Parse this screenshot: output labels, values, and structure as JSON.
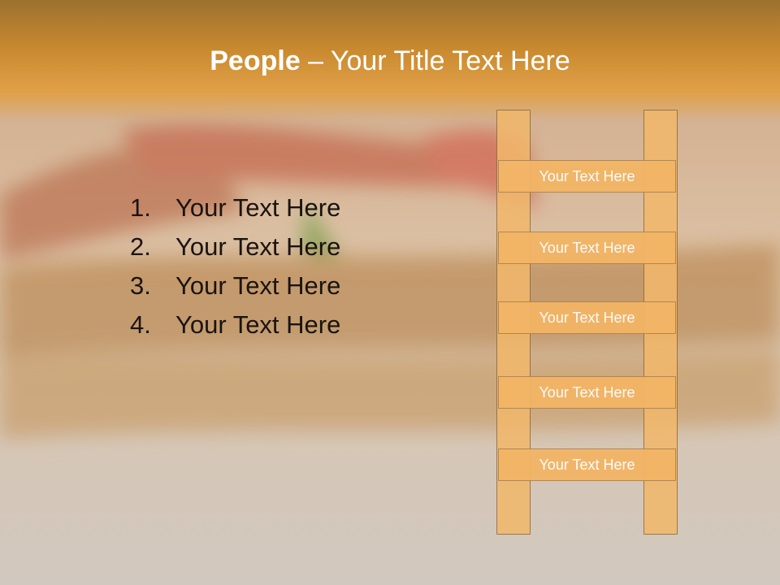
{
  "slide": {
    "title_bold": "People",
    "title_rest": " – Your Title Text Here",
    "list": [
      {
        "num": "1.",
        "text": "Your Text Here"
      },
      {
        "num": "2.",
        "text": "Your Text Here"
      },
      {
        "num": "3.",
        "text": "Your Text Here"
      },
      {
        "num": "4.",
        "text": "Your Text Here"
      }
    ],
    "ladder_rungs": [
      "Your Text Here",
      "Your Text Here",
      "Your Text Here",
      "Your Text Here",
      "Your Text Here"
    ]
  },
  "colors": {
    "title_bar": "#c8892f",
    "ladder_fill": "#f3b566",
    "ladder_text": "#ffffff",
    "list_text": "#1a1410"
  }
}
